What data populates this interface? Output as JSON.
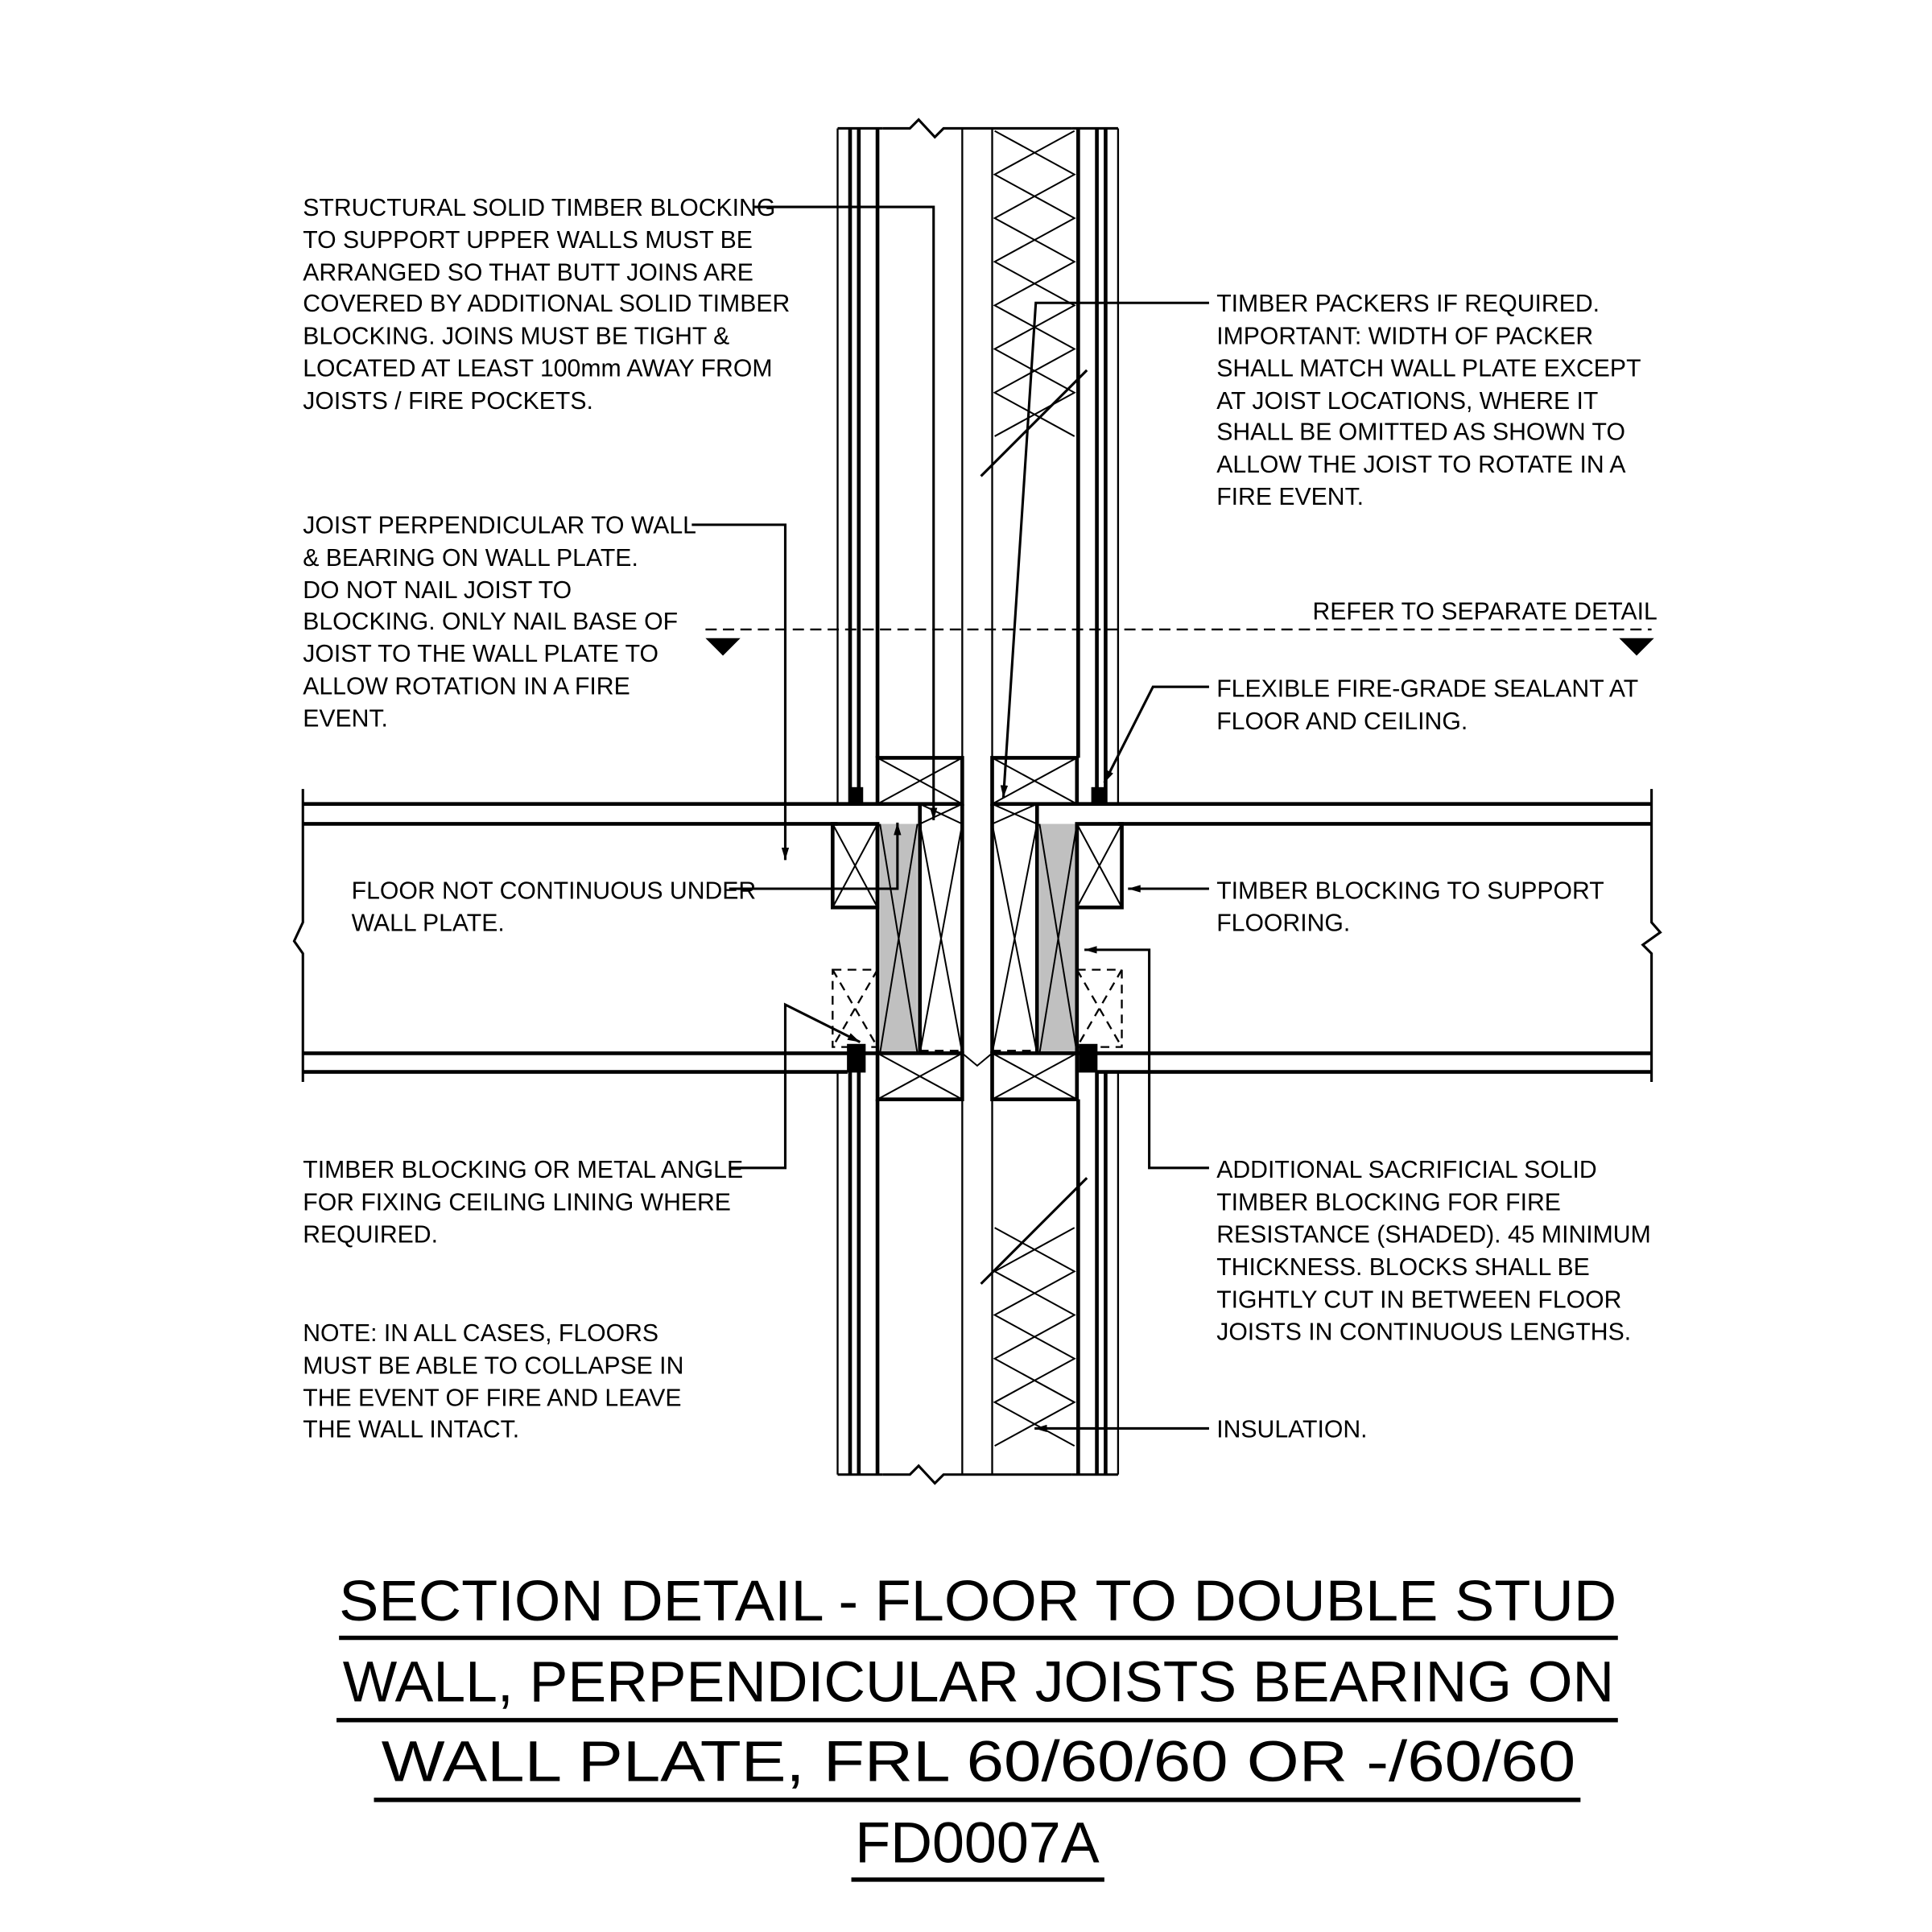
{
  "notes": {
    "blocking": [
      "STRUCTURAL SOLID TIMBER BLOCKING",
      "TO SUPPORT UPPER WALLS MUST BE",
      "ARRANGED SO THAT BUTT JOINS ARE",
      "COVERED BY ADDITIONAL SOLID TIMBER",
      "BLOCKING. JOINS MUST BE TIGHT &",
      "LOCATED AT LEAST 100mm AWAY FROM",
      "JOISTS / FIRE POCKETS."
    ],
    "packers": [
      "TIMBER PACKERS IF REQUIRED.",
      "IMPORTANT: WIDTH OF PACKER",
      "SHALL MATCH WALL PLATE EXCEPT",
      "AT JOIST LOCATIONS, WHERE IT",
      "SHALL BE OMITTED AS SHOWN TO",
      "ALLOW THE JOIST TO ROTATE IN A",
      "FIRE EVENT."
    ],
    "joist": [
      "JOIST PERPENDICULAR TO WALL",
      "& BEARING ON WALL PLATE.",
      "DO NOT NAIL JOIST TO",
      "BLOCKING. ONLY NAIL BASE OF",
      "JOIST TO THE WALL PLATE TO",
      "ALLOW ROTATION IN A FIRE",
      "EVENT."
    ],
    "refer": "REFER TO SEPARATE DETAIL",
    "sealant": [
      "FLEXIBLE FIRE-GRADE SEALANT AT",
      "FLOOR AND CEILING."
    ],
    "floor": [
      "FLOOR NOT CONTINUOUS UNDER",
      "WALL PLATE."
    ],
    "support": [
      "TIMBER BLOCKING TO SUPPORT",
      "FLOORING."
    ],
    "ceiling": [
      "TIMBER BLOCKING OR METAL ANGLE",
      "FOR FIXING CEILING LINING WHERE",
      "REQUIRED."
    ],
    "sacrificial": [
      "ADDITIONAL SACRIFICIAL SOLID",
      "TIMBER BLOCKING FOR FIRE",
      "RESISTANCE (SHADED). 45 MINIMUM",
      "THICKNESS. BLOCKS SHALL BE",
      "TIGHTLY CUT IN BETWEEN FLOOR",
      "JOISTS IN CONTINUOUS LENGTHS."
    ],
    "note": [
      "NOTE: IN ALL CASES, FLOORS",
      "MUST BE ABLE TO COLLAPSE IN",
      "THE EVENT OF FIRE AND LEAVE",
      "THE WALL INTACT."
    ],
    "insulation": "INSULATION."
  },
  "title": [
    "SECTION DETAIL - FLOOR TO DOUBLE STUD",
    "WALL, PERPENDICULAR JOISTS BEARING ON",
    "WALL PLATE, FRL 60/60/60 OR -/60/60",
    "FD0007A"
  ],
  "colors": {
    "shade": "#c0c0c0",
    "ink": "#000000"
  }
}
